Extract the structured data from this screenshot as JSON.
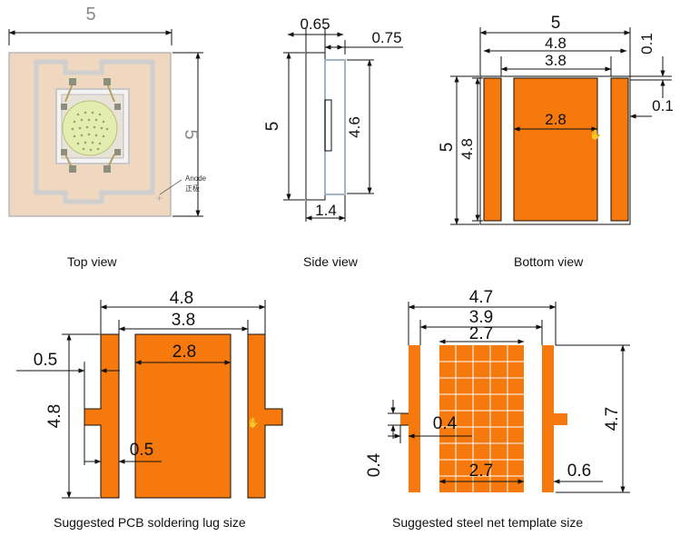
{
  "colors": {
    "pad": "#f5790c",
    "body": "#f0d8c0",
    "frame": "#c8c8c8",
    "lens": "#e3edb0",
    "line": "#111111"
  },
  "captions": {
    "top": "Top view",
    "side": "Side view",
    "bottom": "Bottom view",
    "pcb": "Suggested PCB soldering lug size",
    "steel": "Suggested steel net template size"
  },
  "top_view": {
    "width": "5",
    "height": "5",
    "anode_en": "Anode",
    "anode_cn": "正极"
  },
  "side_view": {
    "left_w": "0.65",
    "right_w": "0.75",
    "height": "5",
    "inner_h": "4.6",
    "base_w": "1.4"
  },
  "bottom_view": {
    "total_w": "5",
    "outer_w": "4.8",
    "inner_w": "3.8",
    "center_w": "2.8",
    "top_gap": "0.1",
    "side_gap": "0.1",
    "height": "5",
    "inner_h": "4.8"
  },
  "pcb": {
    "outer_w": "4.8",
    "inner_w": "3.8",
    "center_w": "2.8",
    "lug_w": "0.5",
    "height": "4.8",
    "lug_gap": "0.5"
  },
  "steel": {
    "outer_w": "4.7",
    "inner_w": "3.9",
    "center_w": "2.7",
    "tab": "0.4",
    "tab_h": "0.4",
    "bottom_w": "2.7",
    "height": "4.7",
    "pad_w": "0.6"
  }
}
